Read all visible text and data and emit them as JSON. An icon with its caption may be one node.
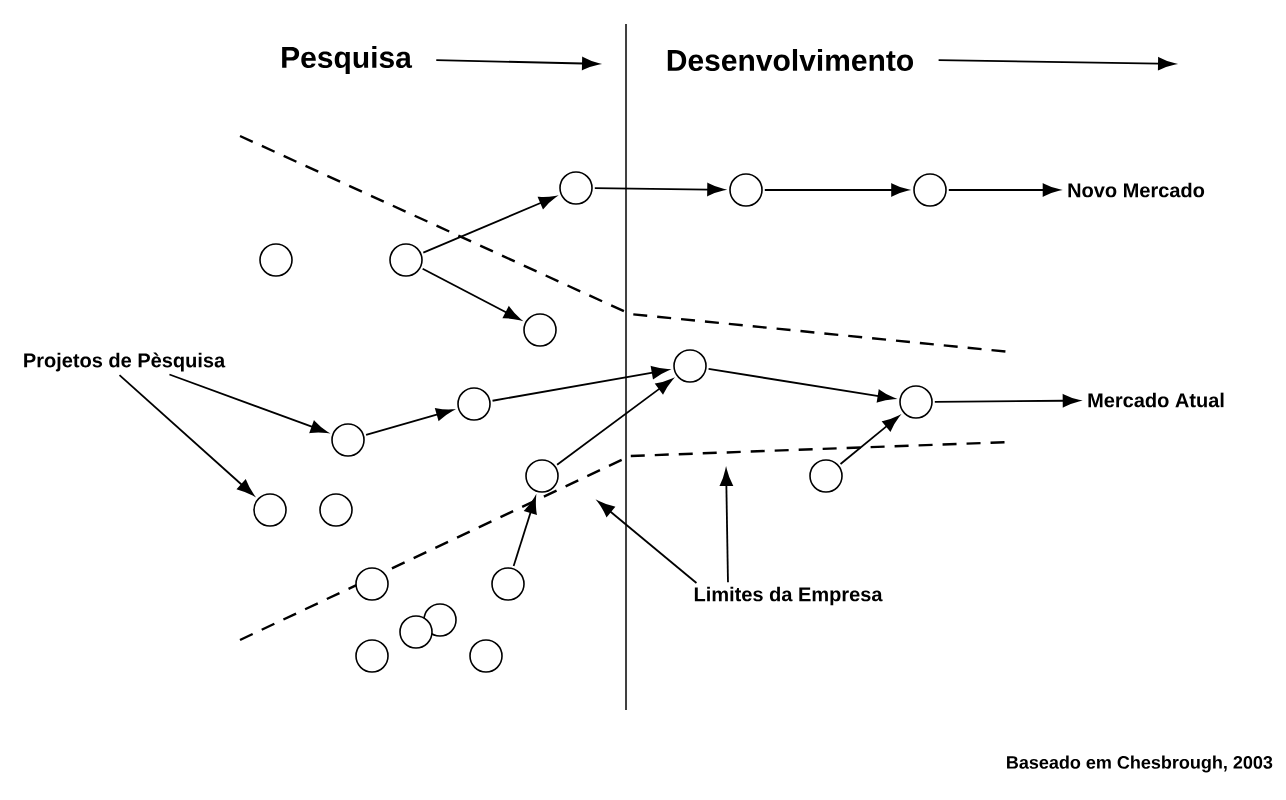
{
  "diagram": {
    "caption": "Baseado em Chesbrough, 2003",
    "nodes": [
      {
        "text": [
          "Pesquisa"
        ]
      },
      {
        "text": [
          "Desenvolvimento"
        ]
      },
      {
        "text": [],
        "shape": "circle"
      },
      {
        "text": [],
        "shape": "circle"
      },
      {
        "text": [],
        "shape": "circle"
      },
      {
        "text": [
          "Novo Mercado"
        ]
      },
      {
        "text": [],
        "shape": "circle"
      },
      {
        "text": [],
        "shape": "circle"
      },
      {
        "text": [],
        "shape": "circle"
      },
      {
        "text": [
          "Projetos de Pèsquisa"
        ]
      },
      {
        "text": [],
        "shape": "circle"
      },
      {
        "text": [],
        "shape": "circle"
      },
      {
        "text": [],
        "shape": "circle"
      },
      {
        "text": [
          "Mercado Atual"
        ]
      },
      {
        "text": [],
        "shape": "circle"
      },
      {
        "text": [],
        "shape": "circle"
      },
      {
        "text": [],
        "shape": "circle"
      },
      {
        "text": [],
        "shape": "circle"
      },
      {
        "text": [],
        "shape": "circle"
      },
      {
        "text": [],
        "shape": "circle"
      },
      {
        "text": [],
        "shape": "circle"
      },
      {
        "text": [
          "Limites da Empresa"
        ]
      },
      {
        "text": [],
        "shape": "circle"
      },
      {
        "text": [],
        "shape": "circle"
      },
      {
        "text": [],
        "shape": "circle"
      },
      {
        "text": [],
        "shape": "circle"
      }
    ],
    "edges": [
      {
        "from": 0,
        "to": null,
        "arrow": "to"
      },
      {
        "from": 1,
        "to": null,
        "arrow": "to"
      },
      {
        "from": 7,
        "to": 2,
        "arrow": "to"
      },
      {
        "from": 7,
        "to": 8,
        "arrow": "to"
      },
      {
        "from": 2,
        "to": 3,
        "arrow": "to"
      },
      {
        "from": 3,
        "to": 4,
        "arrow": "to"
      },
      {
        "from": 4,
        "to": 5,
        "arrow": "to"
      },
      {
        "from": 9,
        "to": 14,
        "arrow": "to"
      },
      {
        "from": 9,
        "to": 17,
        "arrow": "to"
      },
      {
        "from": 14,
        "to": 11,
        "arrow": "to"
      },
      {
        "from": 11,
        "to": 10,
        "arrow": "to"
      },
      {
        "from": 10,
        "to": 12,
        "arrow": "to"
      },
      {
        "from": 12,
        "to": 13,
        "arrow": "to"
      },
      {
        "from": 20,
        "to": 15,
        "arrow": "to"
      },
      {
        "from": 15,
        "to": 10,
        "arrow": "to"
      },
      {
        "from": 16,
        "to": 12,
        "arrow": "to"
      },
      {
        "from": 21,
        "to": null,
        "arrow": "to"
      },
      {
        "from": 21,
        "to": null,
        "arrow": "to"
      }
    ]
  }
}
